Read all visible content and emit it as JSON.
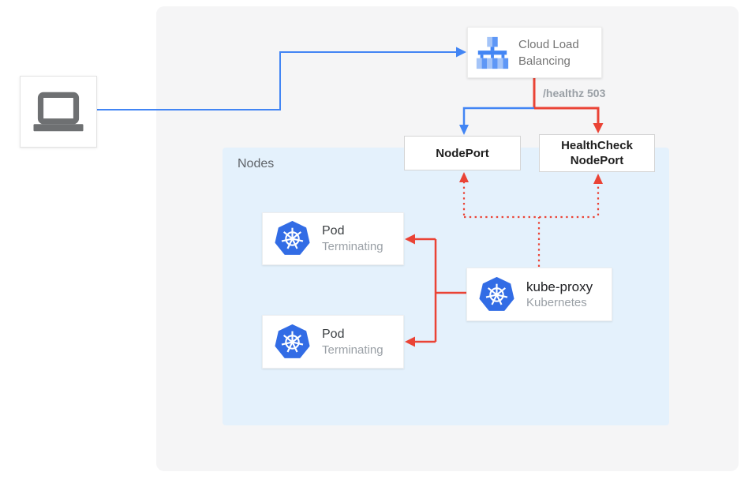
{
  "colors": {
    "flow_blue": "#4285f4",
    "flow_red": "#ea4335",
    "kubernetes_blue": "#326ce5",
    "nodes_panel_bg": "#e4f1fc",
    "outer_panel_bg": "#f5f5f6",
    "lb_icon_light_blue": "#a4c4f8",
    "lb_icon_medium_blue": "#5e97f6",
    "laptop_gray": "#6e7072"
  },
  "client": {
    "icon": "laptop-icon"
  },
  "cloud_load_balancing": {
    "icon": "cloud-load-balancing-icon",
    "label_line1": "Cloud Load",
    "label_line2": "Balancing"
  },
  "health_check_annotation": "/healthz 503",
  "node_port": {
    "label": "NodePort"
  },
  "health_check_node_port": {
    "label_line1": "HealthCheck",
    "label_line2": "NodePort"
  },
  "nodes_panel": {
    "label": "Nodes",
    "pods": [
      {
        "icon": "kubernetes-icon",
        "name": "Pod",
        "status": "Terminating"
      },
      {
        "icon": "kubernetes-icon",
        "name": "Pod",
        "status": "Terminating"
      }
    ],
    "kube_proxy": {
      "icon": "kubernetes-icon",
      "name": "kube-proxy",
      "subtitle": "Kubernetes"
    }
  }
}
